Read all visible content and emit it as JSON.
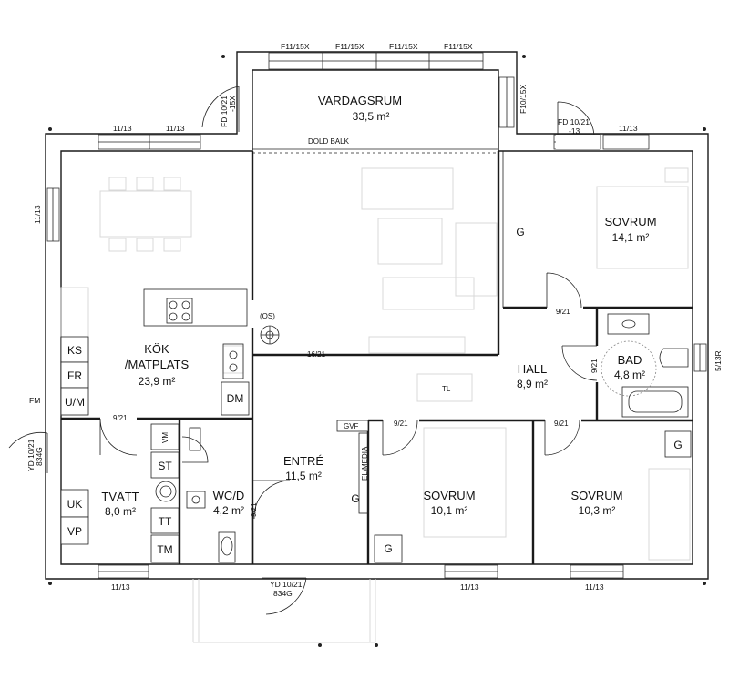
{
  "rooms": {
    "vardagsrum": {
      "name": "VARDAGSRUM",
      "area": "33,5 m²"
    },
    "kok": {
      "name1": "KÖK",
      "name2": "/MATPLATS",
      "area": "23,9 m²"
    },
    "sovrum1": {
      "name": "SOVRUM",
      "area": "14,1 m²"
    },
    "hall": {
      "name": "HALL",
      "area": "8,9 m²"
    },
    "bad": {
      "name": "BAD",
      "area": "4,8 m²"
    },
    "entre": {
      "name": "ENTRÉ",
      "area": "11,5 m²"
    },
    "tvatt": {
      "name": "TVÄTT",
      "area": "8,0 m²"
    },
    "wcd": {
      "name": "WC/D",
      "area": "4,2 m²"
    },
    "sovrum2": {
      "name": "SOVRUM",
      "area": "10,1 m²"
    },
    "sovrum3": {
      "name": "SOVRUM",
      "area": "10,3 m²"
    }
  },
  "windows": {
    "top": [
      "F11/15X",
      "F11/15X",
      "F11/15X",
      "F11/15X"
    ],
    "kitchen_top_1": "11/13",
    "kitchen_top_2": "11/13",
    "bedroom_top": "11/13",
    "left": "11/13",
    "right_vertical": "F10/15X",
    "bath": "5/13R",
    "bottom_tvatt": "11/13",
    "bottom_sovrum2": "11/13",
    "bottom_sovrum3": "11/13"
  },
  "doors": {
    "fd_left_1": "FD 10/21",
    "fd_left_2": "-15X",
    "fd_right_1": "FD 10/21",
    "fd_right_2": "-13",
    "yd_left_1": "YD 10/21",
    "yd_left_2": "834G",
    "yd_bottom_1": "YD 10/21",
    "yd_bottom_2": "834G",
    "d_sovrum1": "9/21",
    "d_bad": "9/21",
    "d_kok": "9/21",
    "d_sovrum2": "9/21",
    "d_sovrum3": "9/21",
    "d_wc": "9/21",
    "opening": "16/21"
  },
  "labels": {
    "dold_balk": "DOLD BALK",
    "os": "(OS)",
    "fm": "FM",
    "tl": "TL",
    "gvf": "GVF",
    "el_media": "EL/MEDIA",
    "vm": "VM"
  },
  "fixtures": {
    "ks": "KS",
    "fr": "FR",
    "um": "U/M",
    "dm": "DM",
    "uk": "UK",
    "vp": "VP",
    "st": "ST",
    "tt": "TT",
    "tm": "TM",
    "g": "G"
  }
}
